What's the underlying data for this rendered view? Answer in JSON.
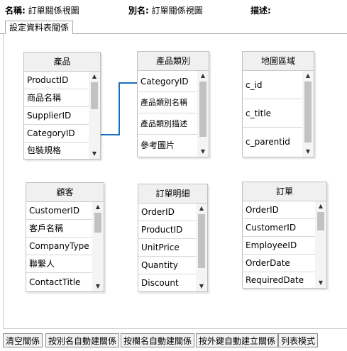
{
  "header": {
    "name_label": "名稱:",
    "name_value": "訂單關係視圖",
    "alias_label": "別名:",
    "alias_value": "訂單關係視圖",
    "desc_label": "描述:"
  },
  "tab": {
    "label": "設定資料表關係"
  },
  "tables": {
    "product": {
      "title": "產品",
      "fields": [
        "ProductID",
        "商品名稱",
        "SupplierID",
        "CategoryID",
        "包裝規格"
      ]
    },
    "category": {
      "title": "產品類別",
      "fields": [
        "CategoryID",
        "產品類別名稱",
        "產品類別描述",
        "參考圖片"
      ]
    },
    "region": {
      "title": "地圖區域",
      "fields": [
        "c_id",
        "c_title",
        "c_parentid"
      ]
    },
    "customer": {
      "title": "顧客",
      "fields": [
        "CustomerID",
        "客戶名稱",
        "CompanyType",
        "聯繫人",
        "ContactTitle"
      ]
    },
    "orderdetail": {
      "title": "訂單明細",
      "fields": [
        "OrderID",
        "ProductID",
        "UnitPrice",
        "Quantity",
        "Discount"
      ]
    },
    "order": {
      "title": "訂單",
      "fields": [
        "OrderID",
        "CustomerID",
        "EmployeeID",
        "OrderDate",
        "RequiredDate"
      ]
    }
  },
  "relation": {
    "from": "產品.CategoryID",
    "to": "產品類別.CategoryID",
    "color": "#1a6fc0"
  },
  "buttons": {
    "clear": "清空關係",
    "by_alias": "按別名自動建關係",
    "by_column": "按欄名自動建關係",
    "by_fk": "按外鍵自動建立關係",
    "list_mode": "列表模式"
  },
  "colors": {
    "border": "#c0c0c0",
    "title_bg": "#f0f0f0",
    "link": "#1a6fc0"
  }
}
